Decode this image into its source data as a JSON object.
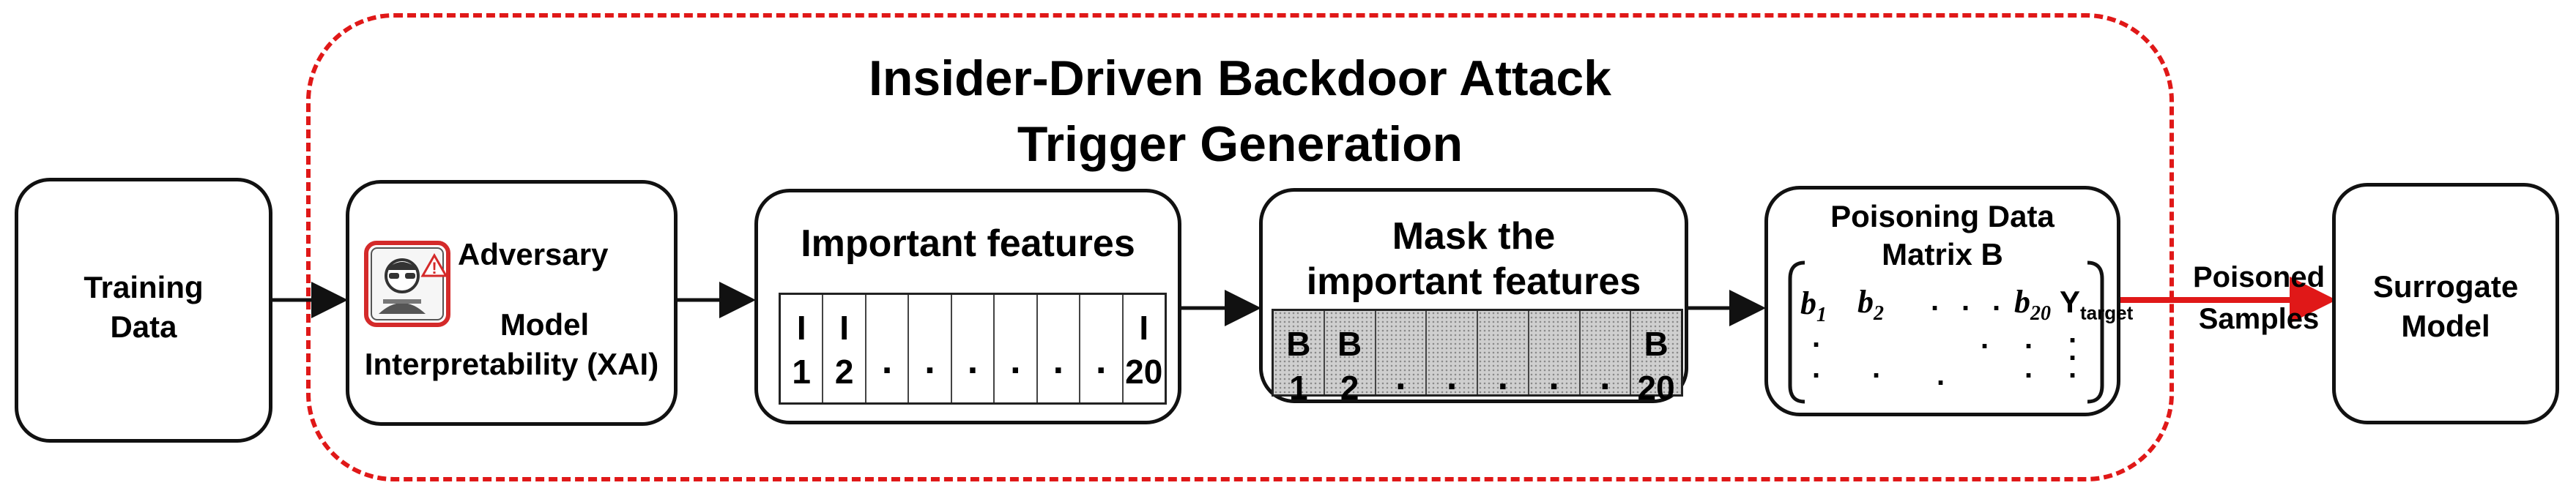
{
  "title": {
    "line1": "Insider-Driven Backdoor Attack",
    "line2": "Trigger Generation"
  },
  "training_data": {
    "line1": "Training",
    "line2": "Data"
  },
  "adversary": {
    "label": "Adversary",
    "line1": "Model",
    "line2": "Interpretability (XAI)",
    "icon": "hacker-warning-icon"
  },
  "important_features": {
    "title": "Important features",
    "cells": [
      {
        "top": "I",
        "bottom": "1"
      },
      {
        "top": "I",
        "bottom": "2"
      },
      {
        "dot": "."
      },
      {
        "dot": "."
      },
      {
        "dot": "."
      },
      {
        "dot": "."
      },
      {
        "dot": "."
      },
      {
        "dot": "."
      },
      {
        "top": "I",
        "bottom": "20"
      }
    ]
  },
  "mask": {
    "line1": "Mask the",
    "line2": "important features",
    "cells": [
      {
        "top": "B",
        "bottom": "1"
      },
      {
        "top": "B",
        "bottom": "2"
      },
      {
        "dot": "."
      },
      {
        "dot": "."
      },
      {
        "dot": "."
      },
      {
        "dot": "."
      },
      {
        "dot": "."
      },
      {
        "top": "B",
        "bottom": "20"
      }
    ]
  },
  "poisoning": {
    "line1": "Poisoning Data",
    "line2": "Matrix B",
    "b1": "b",
    "b1_sub": "1",
    "b2": "b",
    "b2_sub": "2",
    "b20": "b",
    "b20_sub": "20",
    "y": "Y",
    "y_sub": "target",
    "dot": "."
  },
  "poisoned_samples": {
    "line1": "Poisoned",
    "line2": "Samples"
  },
  "surrogate": {
    "line1": "Surrogate",
    "line2": "Model"
  },
  "colors": {
    "accent_red": "#e01818",
    "stroke": "#111111",
    "mask_fill": "#cfcfcf"
  }
}
